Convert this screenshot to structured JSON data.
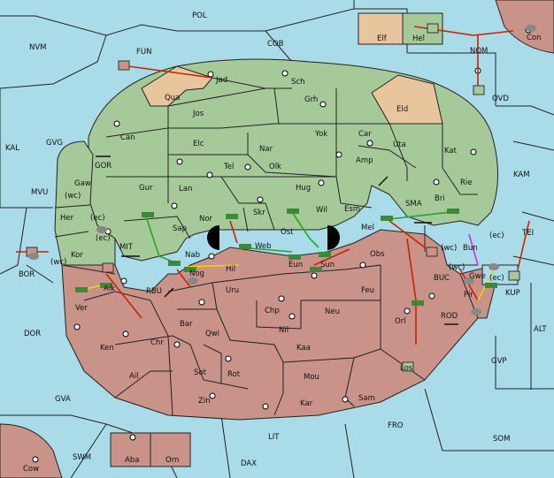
{
  "colors": {
    "sea": "#a9dbe8",
    "power_green": "#a6c99a",
    "power_red": "#c9938a",
    "neutral": "#e8c59c",
    "move_red": "#cc2200",
    "move_green": "#22aa22",
    "move_yellow": "#dddd00",
    "move_magenta": "#cc33cc"
  },
  "sea_labels": [
    {
      "id": "pol",
      "text": "POL"
    },
    {
      "id": "nvm",
      "text": "NVM"
    },
    {
      "id": "fun",
      "text": "FUN"
    },
    {
      "id": "cob",
      "text": "COB"
    },
    {
      "id": "nom",
      "text": "NOM"
    },
    {
      "id": "ovd",
      "text": "OVD"
    },
    {
      "id": "kal",
      "text": "KAL"
    },
    {
      "id": "gvg",
      "text": "GVG"
    },
    {
      "id": "gor",
      "text": "GOR"
    },
    {
      "id": "kam",
      "text": "KAM"
    },
    {
      "id": "mvu",
      "text": "MVU"
    },
    {
      "id": "sma",
      "text": "SMA"
    },
    {
      "id": "mit",
      "text": "MIT"
    },
    {
      "id": "tei",
      "text": "TEI"
    },
    {
      "id": "bor",
      "text": "BOR"
    },
    {
      "id": "rbu",
      "text": "RBU"
    },
    {
      "id": "buc",
      "text": "BUC"
    },
    {
      "id": "dor",
      "text": "DOR"
    },
    {
      "id": "rod",
      "text": "ROD"
    },
    {
      "id": "alt",
      "text": "ALT"
    },
    {
      "id": "gvp",
      "text": "GVP"
    },
    {
      "id": "gva",
      "text": "GVA"
    },
    {
      "id": "fro",
      "text": "FRO"
    },
    {
      "id": "lit",
      "text": "LIT"
    },
    {
      "id": "som",
      "text": "SOM"
    },
    {
      "id": "swm",
      "text": "SWM"
    },
    {
      "id": "dax",
      "text": "DAX"
    }
  ],
  "land_labels": [
    {
      "id": "elf",
      "text": "Elf"
    },
    {
      "id": "hel",
      "text": "Hel"
    },
    {
      "id": "con",
      "text": "Con"
    },
    {
      "id": "jad",
      "text": "Jad"
    },
    {
      "id": "sch",
      "text": "Sch"
    },
    {
      "id": "qua",
      "text": "Qua"
    },
    {
      "id": "jos",
      "text": "Jos"
    },
    {
      "id": "grh",
      "text": "Grh"
    },
    {
      "id": "eld",
      "text": "Eld"
    },
    {
      "id": "can",
      "text": "Can"
    },
    {
      "id": "yok",
      "text": "Yok"
    },
    {
      "id": "car",
      "text": "Car"
    },
    {
      "id": "elc",
      "text": "Elc"
    },
    {
      "id": "nar",
      "text": "Nar"
    },
    {
      "id": "uta",
      "text": "Uta"
    },
    {
      "id": "kat",
      "text": "Kat"
    },
    {
      "id": "tel",
      "text": "Tel"
    },
    {
      "id": "olk",
      "text": "Olk"
    },
    {
      "id": "amp",
      "text": "Amp"
    },
    {
      "id": "gaw",
      "text": "Gaw"
    },
    {
      "id": "gur",
      "text": "Gur"
    },
    {
      "id": "lan",
      "text": "Lan"
    },
    {
      "id": "hug",
      "text": "Hug"
    },
    {
      "id": "rie",
      "text": "Rie"
    },
    {
      "id": "wc1",
      "text": "(wc)"
    },
    {
      "id": "her",
      "text": "Her"
    },
    {
      "id": "ec1",
      "text": "(ec)"
    },
    {
      "id": "esm",
      "text": "Esm"
    },
    {
      "id": "bri",
      "text": "Bri"
    },
    {
      "id": "nor",
      "text": "Nor"
    },
    {
      "id": "skr",
      "text": "Skr"
    },
    {
      "id": "wil",
      "text": "Wil"
    },
    {
      "id": "sap",
      "text": "Sap"
    },
    {
      "id": "ost",
      "text": "Ost"
    },
    {
      "id": "mel",
      "text": "Mel"
    },
    {
      "id": "ec2",
      "text": "(ec)"
    },
    {
      "id": "ec3",
      "text": "(ec)"
    },
    {
      "id": "web",
      "text": "Web"
    },
    {
      "id": "kor",
      "text": "Kor"
    },
    {
      "id": "wc2",
      "text": "(wc)"
    },
    {
      "id": "nab",
      "text": "Nab"
    },
    {
      "id": "eun",
      "text": "Eun"
    },
    {
      "id": "obs",
      "text": "Obs"
    },
    {
      "id": "wc3",
      "text": "(wc)"
    },
    {
      "id": "bun",
      "text": "Bun"
    },
    {
      "id": "hil",
      "text": "Hil"
    },
    {
      "id": "sun",
      "text": "Sun"
    },
    {
      "id": "nog",
      "text": "Nog"
    },
    {
      "id": "wc4",
      "text": "(wc)"
    },
    {
      "id": "gwe",
      "text": "Gwe"
    },
    {
      "id": "ec4",
      "text": "(ec)"
    },
    {
      "id": "kup",
      "text": "KUP"
    },
    {
      "id": "aik",
      "text": "Aik"
    },
    {
      "id": "uru",
      "text": "Uru"
    },
    {
      "id": "feu",
      "text": "Feu"
    },
    {
      "id": "pir",
      "text": "Pir"
    },
    {
      "id": "ver",
      "text": "Ver"
    },
    {
      "id": "chp",
      "text": "Chp"
    },
    {
      "id": "neu",
      "text": "Neu"
    },
    {
      "id": "orl",
      "text": "Orl"
    },
    {
      "id": "bar",
      "text": "Bar"
    },
    {
      "id": "qwi",
      "text": "Qwi"
    },
    {
      "id": "nil",
      "text": "Nil"
    },
    {
      "id": "ken",
      "text": "Ken"
    },
    {
      "id": "chr",
      "text": "Chr"
    },
    {
      "id": "kaa",
      "text": "Kaa"
    },
    {
      "id": "los",
      "text": "Los"
    },
    {
      "id": "ail",
      "text": "Ail"
    },
    {
      "id": "sot",
      "text": "Sot"
    },
    {
      "id": "rot",
      "text": "Rot"
    },
    {
      "id": "mou",
      "text": "Mou"
    },
    {
      "id": "zin",
      "text": "Zin"
    },
    {
      "id": "kar",
      "text": "Kar"
    },
    {
      "id": "sam",
      "text": "Sam"
    },
    {
      "id": "aba",
      "text": "Aba"
    },
    {
      "id": "orn",
      "text": "Orn"
    },
    {
      "id": "cow",
      "text": "Cow"
    }
  ]
}
